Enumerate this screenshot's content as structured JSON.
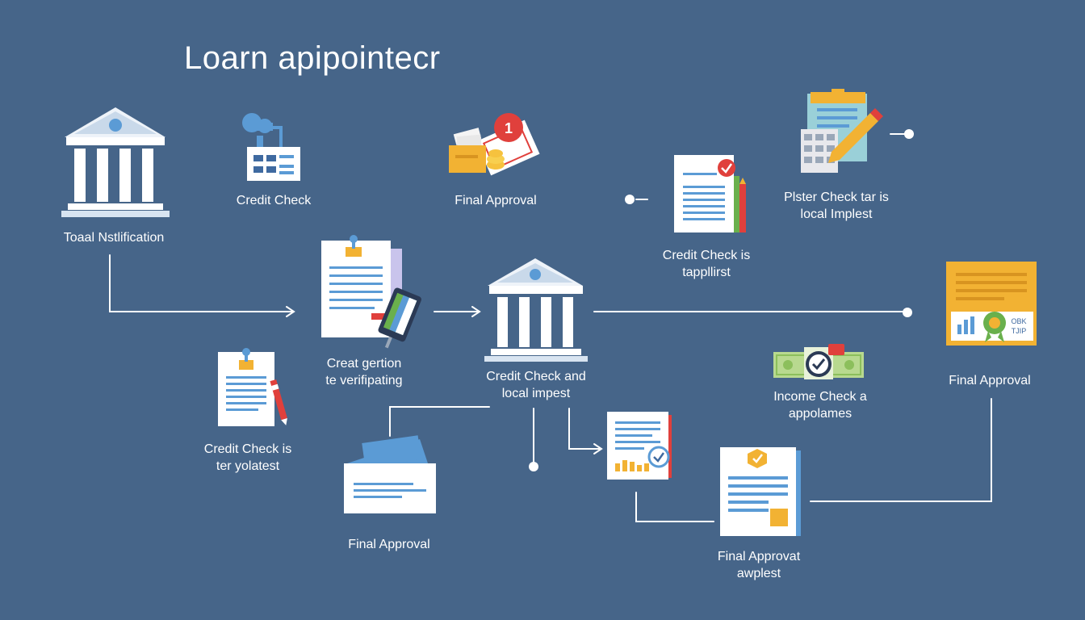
{
  "title": "Loarn apipointecr",
  "colors": {
    "background": "#466589",
    "connector": "#ffffff",
    "document": "#ffffff",
    "text_line": "#5b9bd5",
    "accent_yellow": "#f2b233",
    "accent_red": "#e0403c",
    "accent_green": "#6ab04c"
  },
  "labels": {
    "bank_left": "Toaal Nstlification",
    "credit_check_top": "Credit Check",
    "final_approval_top": "Final Approval",
    "credit_check_tapplirst": [
      "Credit Check is",
      "tappllirst"
    ],
    "plster_check": [
      "Plster Check tar is",
      "local Implest"
    ],
    "creat_gertion": [
      "Creat gertion",
      "te verifipating"
    ],
    "credit_check_center": [
      "Credit Check and",
      "local impest"
    ],
    "final_approval_right": "Final Approval",
    "credit_check_left": [
      "Credit Check is",
      "ter yolatest"
    ],
    "income_check": [
      "Income Check a",
      "appolames"
    ],
    "final_approval_bottom": "Final Approval",
    "final_approval_bottom_right": [
      "Final Approvat",
      "awplest"
    ]
  },
  "badges": {
    "notification_count": "1",
    "certificate_text": [
      "OBK",
      "TJIP"
    ]
  },
  "icons": [
    "bank-icon-left",
    "credit-check-icon",
    "money-notification-icon",
    "approved-document-icon",
    "calculator-pencil-icon",
    "document-tablet-icon",
    "bank-icon-center",
    "certificate-icon",
    "document-pen-icon",
    "envelope-icon",
    "money-check-icon",
    "report-document-icon",
    "approved-report-icon"
  ]
}
